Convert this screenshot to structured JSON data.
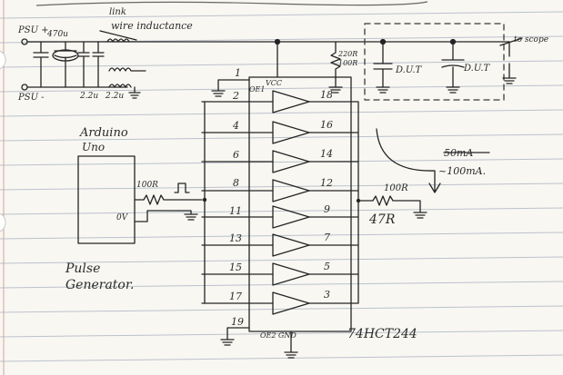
{
  "colors": {
    "paper": "#f8f7f2",
    "rule_line": "#a8b0bf",
    "margin_line": "#d8a0a0",
    "ink": "#242424",
    "dashed": "#3a3a3a"
  },
  "labels": {
    "psu_plus": "PSU +",
    "psu_minus": "PSU -",
    "cap_470u": "470u",
    "link": "link",
    "wire_inductance": "wire inductance",
    "inductor_a": "2.2u",
    "inductor_b": "2.2u",
    "res_220r": "220R",
    "res_100r_top": "100R",
    "dut_a": "D.U.T",
    "dut_b": "D.U.T",
    "to_scope": "to scope",
    "pin_vcc": "VCC",
    "pin_oe": "OE1",
    "arduino": "Arduino",
    "uno": "Uno",
    "res_100r_out": "100R",
    "zero_v": "0V",
    "pulse": "Pulse",
    "generator": "Generator.",
    "strikethrough_current": "50mA",
    "current": "~100mA.",
    "res_100r_right": "100R",
    "res_47r": "47R",
    "pin_gnd": "OE2 GND",
    "chip": "74HCT244"
  },
  "pins_left": [
    "1",
    "2",
    "4",
    "6",
    "8",
    "11",
    "13",
    "15",
    "17",
    "19"
  ],
  "pins_right": [
    "18",
    "16",
    "14",
    "12",
    "9",
    "7",
    "5",
    "3"
  ]
}
